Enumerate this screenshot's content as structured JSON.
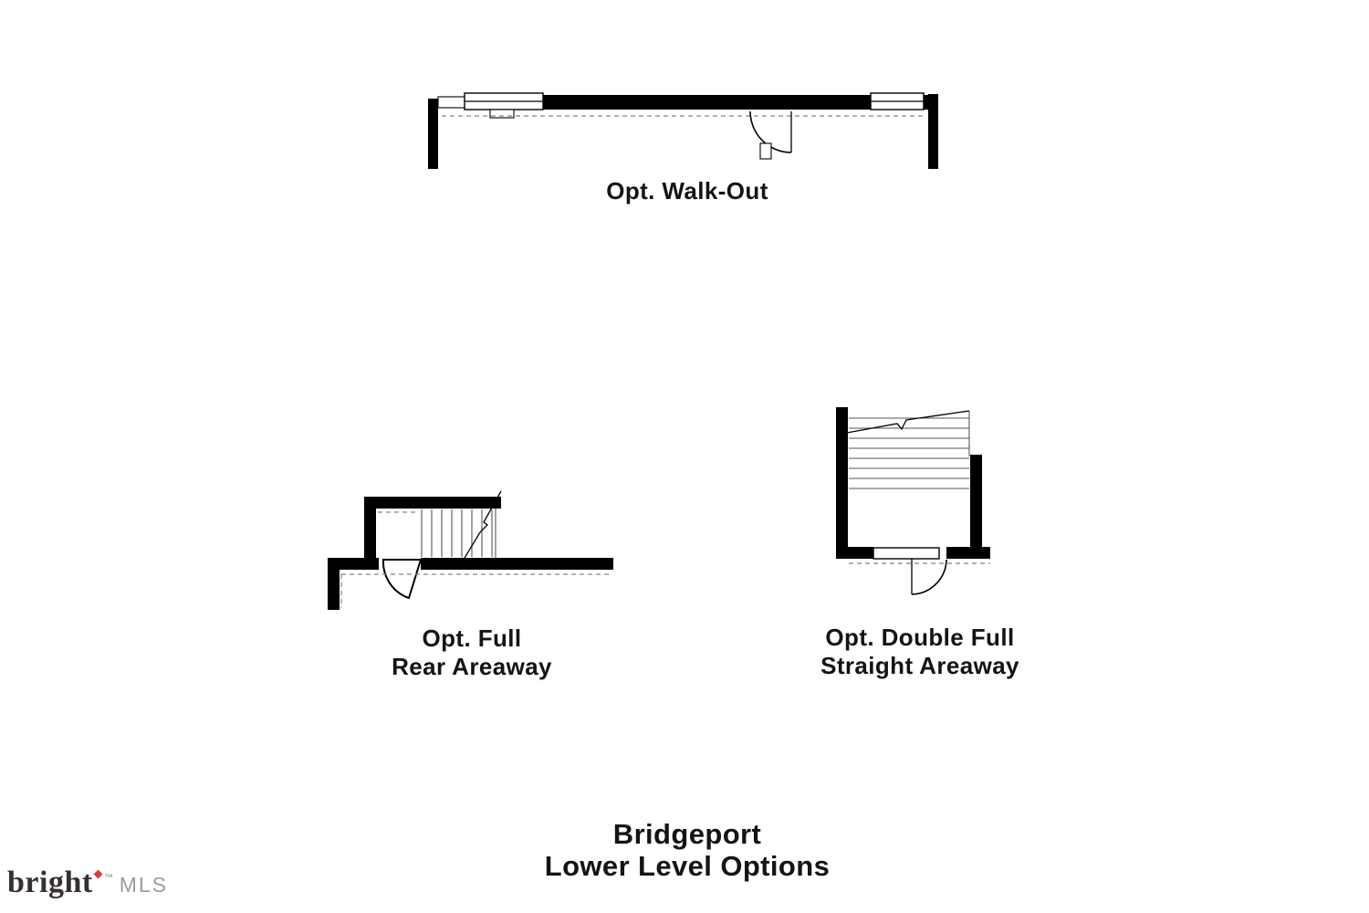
{
  "page": {
    "title_line1": "Bridgeport",
    "title_line2": "Lower Level Options"
  },
  "options": {
    "walkout": {
      "label": "Opt. Walk-Out"
    },
    "rear_areaway": {
      "line1": "Opt. Full",
      "line2": "Rear Areaway"
    },
    "straight_areaway": {
      "line1": "Opt. Double Full",
      "line2": "Straight Areaway"
    }
  },
  "logo": {
    "brand": "bright",
    "trademark": "™",
    "suffix": "MLS"
  },
  "colors": {
    "wall": "#000000",
    "text": "#141414",
    "logo_text": "#36312f",
    "logo_accent": "#e03c31",
    "logo_suffix": "#9b9b9b"
  }
}
